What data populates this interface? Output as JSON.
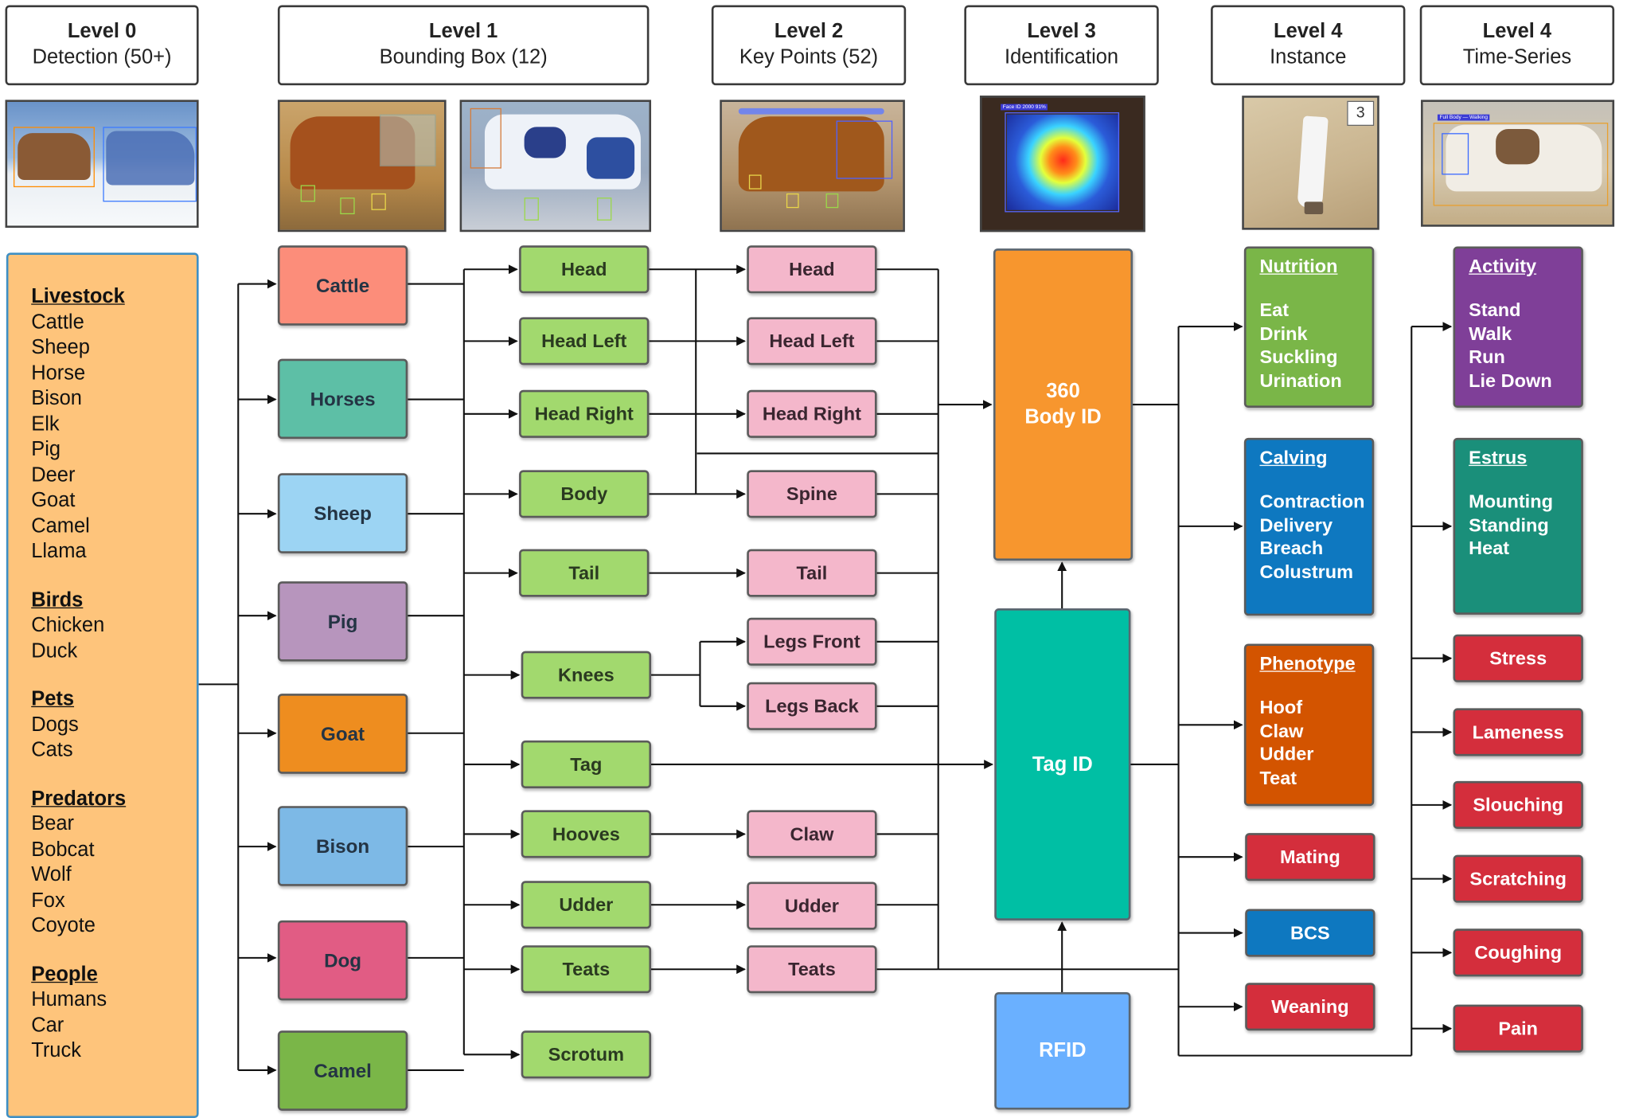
{
  "levels": [
    {
      "title": "Level 0",
      "subtitle": "Detection (50+)"
    },
    {
      "title": "Level 1",
      "subtitle": "Bounding Box (12)"
    },
    {
      "title": "Level 2",
      "subtitle": "Key Points (52)"
    },
    {
      "title": "Level 3",
      "subtitle": "Identification"
    },
    {
      "title": "Level 4",
      "subtitle": "Instance"
    },
    {
      "title": "Level 4",
      "subtitle": "Time-Series"
    }
  ],
  "thumb_labels": {
    "instance_count": "3",
    "heatmap_caption": "Face ID 2000 91%",
    "timeseries_caption": "Full Body — Walking"
  },
  "detection_panel": {
    "groups": [
      {
        "title": "Livestock",
        "items": [
          "Cattle",
          "Sheep",
          "Horse",
          "Bison",
          "Elk",
          "Pig",
          "Deer",
          "Goat",
          "Camel",
          "Llama"
        ]
      },
      {
        "title": "Birds",
        "items": [
          "Chicken",
          "Duck"
        ]
      },
      {
        "title": "Pets",
        "items": [
          "Dogs",
          "Cats"
        ]
      },
      {
        "title": "Predators",
        "items": [
          "Bear",
          "Bobcat",
          "Wolf",
          "Fox",
          "Coyote"
        ]
      },
      {
        "title": "People",
        "items": [
          "Humans",
          "Car",
          "Truck"
        ]
      }
    ]
  },
  "species": [
    "Cattle",
    "Horses",
    "Sheep",
    "Pig",
    "Goat",
    "Bison",
    "Dog",
    "Camel"
  ],
  "species_colors": [
    "#fc8d7a",
    "#5dbfa6",
    "#9cd4f3",
    "#b795bd",
    "#ee8d1f",
    "#7db9e6",
    "#e15c84",
    "#7ab648"
  ],
  "body_parts": [
    "Head",
    "Head Left",
    "Head Right",
    "Body",
    "Tail",
    "Knees",
    "Tag",
    "Hooves",
    "Udder",
    "Teats",
    "Scrotum"
  ],
  "key_points": [
    "Head",
    "Head Left",
    "Head Right",
    "Spine",
    "Tail",
    "Legs Front",
    "Legs Back",
    "Claw",
    "Udder",
    "Teats"
  ],
  "identification": {
    "body_id": "360\nBody ID",
    "tag_id": "Tag ID",
    "rfid": "RFID"
  },
  "identification_colors": {
    "body_id": "#f7962e",
    "tag_id": "#00bfa4",
    "rfid": "#6ab0ff"
  },
  "instance": {
    "groups": [
      {
        "title": "Nutrition",
        "items": [
          "Eat",
          "Drink",
          "Suckling",
          "Urination"
        ],
        "color": "#7ab648"
      },
      {
        "title": "Calving",
        "items": [
          "Contraction",
          "Delivery",
          "Breach",
          "Colustrum"
        ],
        "color": "#0e78c0"
      },
      {
        "title": "Phenotype",
        "items": [
          "Hoof",
          "Claw",
          "Udder",
          "Teat"
        ],
        "color": "#d35400"
      }
    ],
    "singles": [
      {
        "label": "Mating",
        "color": "#d42e3c"
      },
      {
        "label": "BCS",
        "color": "#0e78c0"
      },
      {
        "label": "Weaning",
        "color": "#d42e3c"
      }
    ]
  },
  "time_series": {
    "groups": [
      {
        "title": "Activity",
        "items": [
          "Stand",
          "Walk",
          "Run",
          "Lie Down"
        ],
        "color": "#7f3f98"
      },
      {
        "title": "Estrus",
        "items": [
          "Mounting",
          "Standing",
          "Heat"
        ],
        "color": "#1a8f7a"
      }
    ],
    "singles": [
      {
        "label": "Stress",
        "color": "#d42e3c"
      },
      {
        "label": "Lameness",
        "color": "#d42e3c"
      },
      {
        "label": "Slouching",
        "color": "#d42e3c"
      },
      {
        "label": "Scratching",
        "color": "#d42e3c"
      },
      {
        "label": "Coughing",
        "color": "#d42e3c"
      },
      {
        "label": "Pain",
        "color": "#d42e3c"
      }
    ]
  }
}
